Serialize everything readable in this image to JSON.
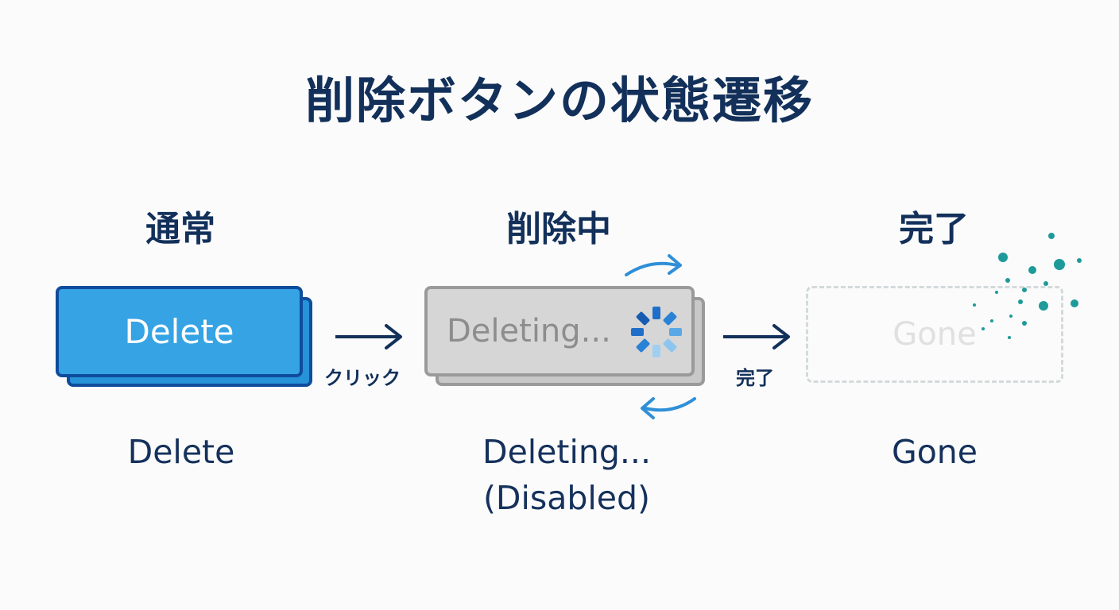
{
  "title": "削除ボタンの状態遷移",
  "states": [
    {
      "heading": "通常",
      "button_text": "Delete",
      "caption_line1": "Delete",
      "caption_line2": ""
    },
    {
      "heading": "削除中",
      "button_text": "Deleting...",
      "caption_line1": "Deleting...",
      "caption_line2": "(Disabled)"
    },
    {
      "heading": "完了",
      "button_text": "Gone",
      "caption_line1": "Gone",
      "caption_line2": ""
    }
  ],
  "transitions": [
    {
      "label": "クリック"
    },
    {
      "label": "完了"
    }
  ],
  "colors": {
    "title": "#12305a",
    "primary_button": "#36a3e4",
    "primary_border": "#0f4c9c",
    "disabled_button": "#d6d6d6",
    "disabled_border": "#9a9a9a",
    "spinner": "#2f8fd8",
    "particles": "#1e9a9a"
  },
  "icons": {
    "spinner": "loading-spinner-icon",
    "refresh_arrows": "rotate-arrows-icon",
    "particles": "dissolve-particles-icon"
  }
}
